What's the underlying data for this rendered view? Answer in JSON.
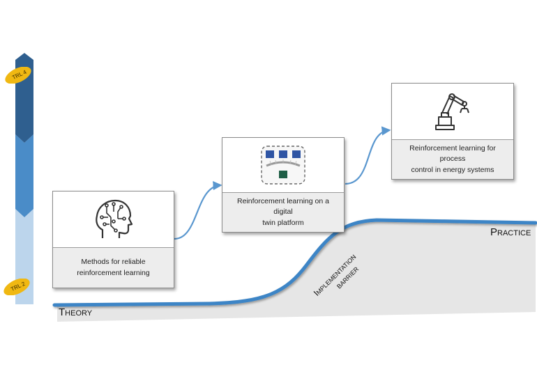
{
  "trl_bar": {
    "top_label": "TRL 4",
    "bottom_label": "TRL 2"
  },
  "stages": [
    {
      "caption_lines": [
        "Methods for reliable",
        "reinforcement learning"
      ],
      "icon": "brain-circuit-icon"
    },
    {
      "caption_lines": [
        "Reinforcement learning on a digital",
        "twin platform"
      ],
      "icon": "digital-twin-dashboard-icon"
    },
    {
      "caption_lines": [
        "Reinforcement learning for process",
        "control in energy systems"
      ],
      "icon": "robot-arm-icon"
    }
  ],
  "curve_labels": {
    "theory": "Theory",
    "practice": "Practice",
    "barrier_line1": "Implementation",
    "barrier_line2": "barrier"
  },
  "colors": {
    "bar_dark": "#2f5f8f",
    "bar_mid": "#4a8cc8",
    "bar_light": "#bcd5ec",
    "badge": "#f0b812",
    "curve": "#3d85c6",
    "area": "#e6e6e6",
    "arrow": "#5a97cf",
    "twin_block": "#2f55a4",
    "twin_bottom": "#1f5e46"
  }
}
